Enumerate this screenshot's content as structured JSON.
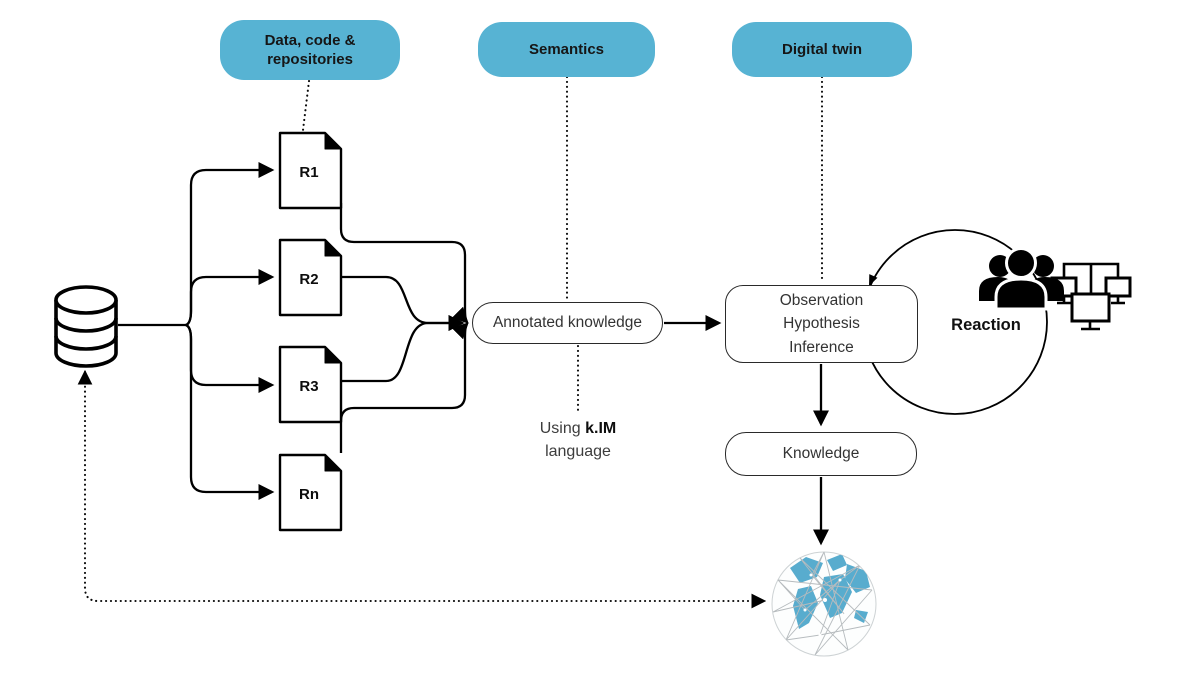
{
  "colors": {
    "accent_blue": "#57B3D3",
    "globe_blue": "#58ACCE",
    "line_black": "#000000",
    "node_text": "#333333"
  },
  "headers": [
    {
      "id": "data-code-repositories",
      "label": "Data, code & repositories"
    },
    {
      "id": "semantics",
      "label": "Semantics"
    },
    {
      "id": "digital-twin",
      "label": "Digital twin"
    }
  ],
  "repositories": [
    {
      "label": "R1"
    },
    {
      "label": "R2"
    },
    {
      "label": "R3"
    },
    {
      "label": "Rn"
    }
  ],
  "nodes": {
    "annotated_knowledge": "Annotated knowledge",
    "observation_lines": [
      "Observation",
      "Hypothesis",
      "Inference"
    ],
    "knowledge": "Knowledge"
  },
  "annotations": {
    "reaction": "Reaction",
    "using_prefix": "Using",
    "using_bold": "k.IM",
    "using_line2": "language"
  },
  "icons": {
    "database": "database-icon",
    "documents": "document-icon",
    "people": "people-group-icon",
    "computers": "computer-network-icon",
    "globe": "globe-network-icon"
  }
}
